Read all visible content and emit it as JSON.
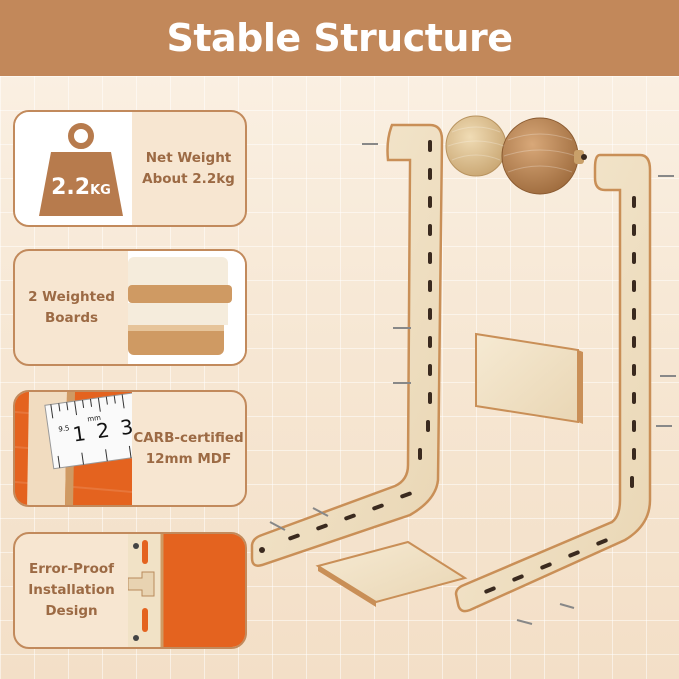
{
  "header": {
    "title": "Stable Structure"
  },
  "features": [
    {
      "line1": "Net Weight",
      "line2": "About 2.2kg",
      "icon": "weight-icon",
      "badge_number": "2.2",
      "badge_unit": "KG"
    },
    {
      "line1": "2 Weighted",
      "line2": "Boards",
      "icon": "weighted-boards-photo"
    },
    {
      "line1": "CARB-certified",
      "line2": "12mm MDF",
      "icon": "ruler-mdf-photo",
      "ruler_marks": [
        "1",
        "2",
        "3"
      ],
      "ruler_unit": "mm",
      "ruler_fraction": "9.5"
    },
    {
      "line1": "Error-Proof",
      "line2": "Installation",
      "line3": "Design",
      "icon": "joint-detail-photo"
    }
  ],
  "colors": {
    "banner": "#c2885a",
    "card_border": "#c28a5c",
    "card_fill": "#f7e6d1",
    "text": "#9c6a44",
    "felt": "#e46a1e",
    "wood": "#f1e3c8",
    "wood_edge": "#c98f57"
  }
}
